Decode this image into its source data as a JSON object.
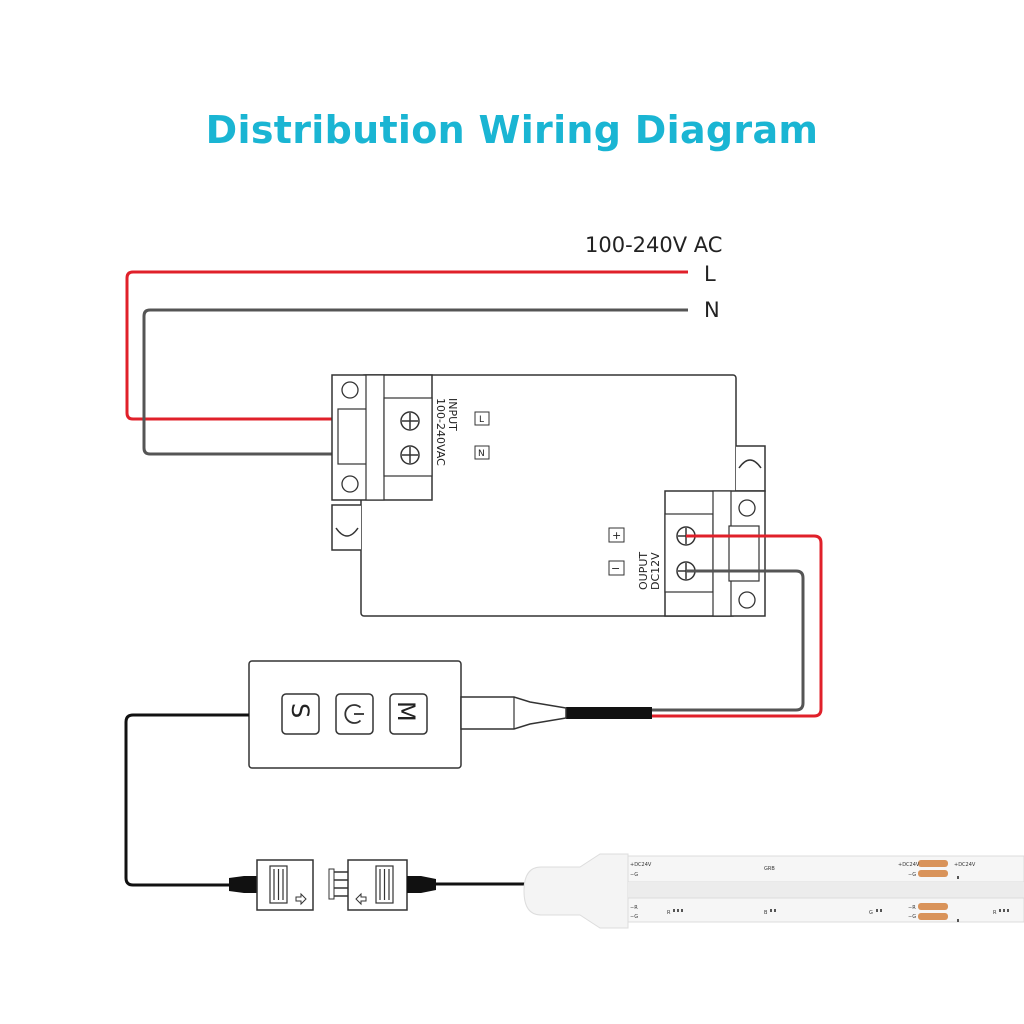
{
  "title": "Distribution Wiring Diagram",
  "ac": {
    "voltage": "100-240V AC",
    "live": "L",
    "neutral": "N"
  },
  "psu": {
    "input_label": "INPUT",
    "input_spec": "100-240VAC",
    "input_l": "L",
    "input_n": "N",
    "output_label": "OUPUT",
    "output_spec": "DC12V",
    "output_plus": "+",
    "output_minus": "−"
  },
  "controller": {
    "button_s": "S",
    "button_m": "M",
    "power_icon": "power-icon"
  },
  "strip": {
    "label_dc_left": "+DC24V",
    "label_g_left": "−G",
    "label_grb": "GRB",
    "label_dc_mid": "+DC24V",
    "label_dc_right": "+DC24V",
    "label_g_mid": "−G",
    "label_r_bottom_left": "−R",
    "label_g_bottom_left": "−G",
    "label_r_bottom_mid": "−R",
    "label_g_bottom_mid": "−G",
    "label_r1": "R",
    "label_b": "B",
    "label_g": "G",
    "label_r2": "R"
  },
  "colors": {
    "live_wire": "#e0202a",
    "neutral_wire": "#555555",
    "cable": "#111111",
    "title": "#1ab5d3",
    "copper_pad": "#d9935a"
  }
}
